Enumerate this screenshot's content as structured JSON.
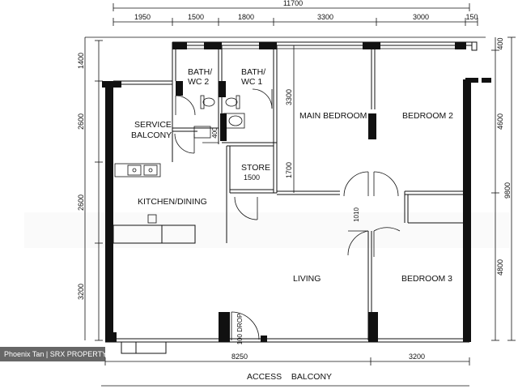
{
  "dimensions": {
    "top_total": "11700",
    "top_segments": [
      "1950",
      "1500",
      "1800",
      "3300",
      "3000",
      "150"
    ],
    "left_segments": [
      "1400",
      "2600",
      "2600",
      "3200"
    ],
    "right_segments": [
      "400",
      "4600",
      "4800"
    ],
    "right_total": "9800",
    "bottom": [
      "8250",
      "3200"
    ],
    "bath_depth": "3300",
    "store_depth": "1700",
    "store_width": "1500",
    "bath_gap": "400",
    "corridor_width": "1010",
    "drop": "100 DROP"
  },
  "rooms": {
    "bath2_line1": "BATH/",
    "bath2_line2": "WC 2",
    "bath1_line1": "BATH/",
    "bath1_line2": "WC 1",
    "service_line1": "SERVICE",
    "service_line2": "BALCONY",
    "main_bedroom": "MAIN BEDROOM",
    "bedroom2": "BEDROOM 2",
    "store": "STORE",
    "kitchen": "KITCHEN/DINING",
    "living": "LIVING",
    "bedroom3": "BEDROOM 3",
    "access_balcony": "ACCESS    BALCONY"
  },
  "credit": "Phoenix Tan | SRX PROPERTY"
}
